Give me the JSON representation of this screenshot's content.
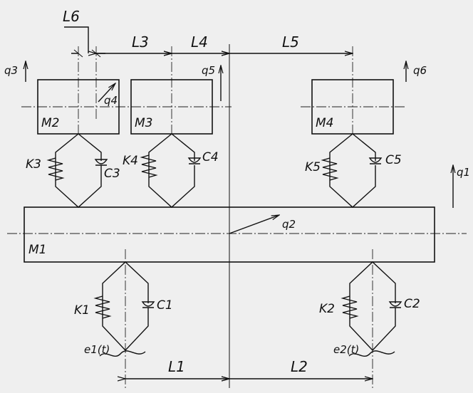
{
  "masses": {
    "m1": "M1",
    "m2": "M2",
    "m3": "M3",
    "m4": "M4"
  },
  "springs": {
    "k1": "K1",
    "k2": "K2",
    "k3": "K3",
    "k4": "K4",
    "k5": "K5"
  },
  "dampers": {
    "c1": "C1",
    "c2": "C2",
    "c3": "C3",
    "c4": "C4",
    "c5": "C5"
  },
  "coordinates": {
    "q1": "q1",
    "q2": "q2",
    "q3": "q3",
    "q4": "q4",
    "q5": "q5",
    "q6": "q6"
  },
  "dimensions": {
    "l1": "L1",
    "l2": "L2",
    "l3": "L3",
    "l4": "L4",
    "l5": "L5",
    "l6": "L6"
  },
  "excitations": {
    "e1": "e1(t)",
    "e2": "e2(t)"
  }
}
